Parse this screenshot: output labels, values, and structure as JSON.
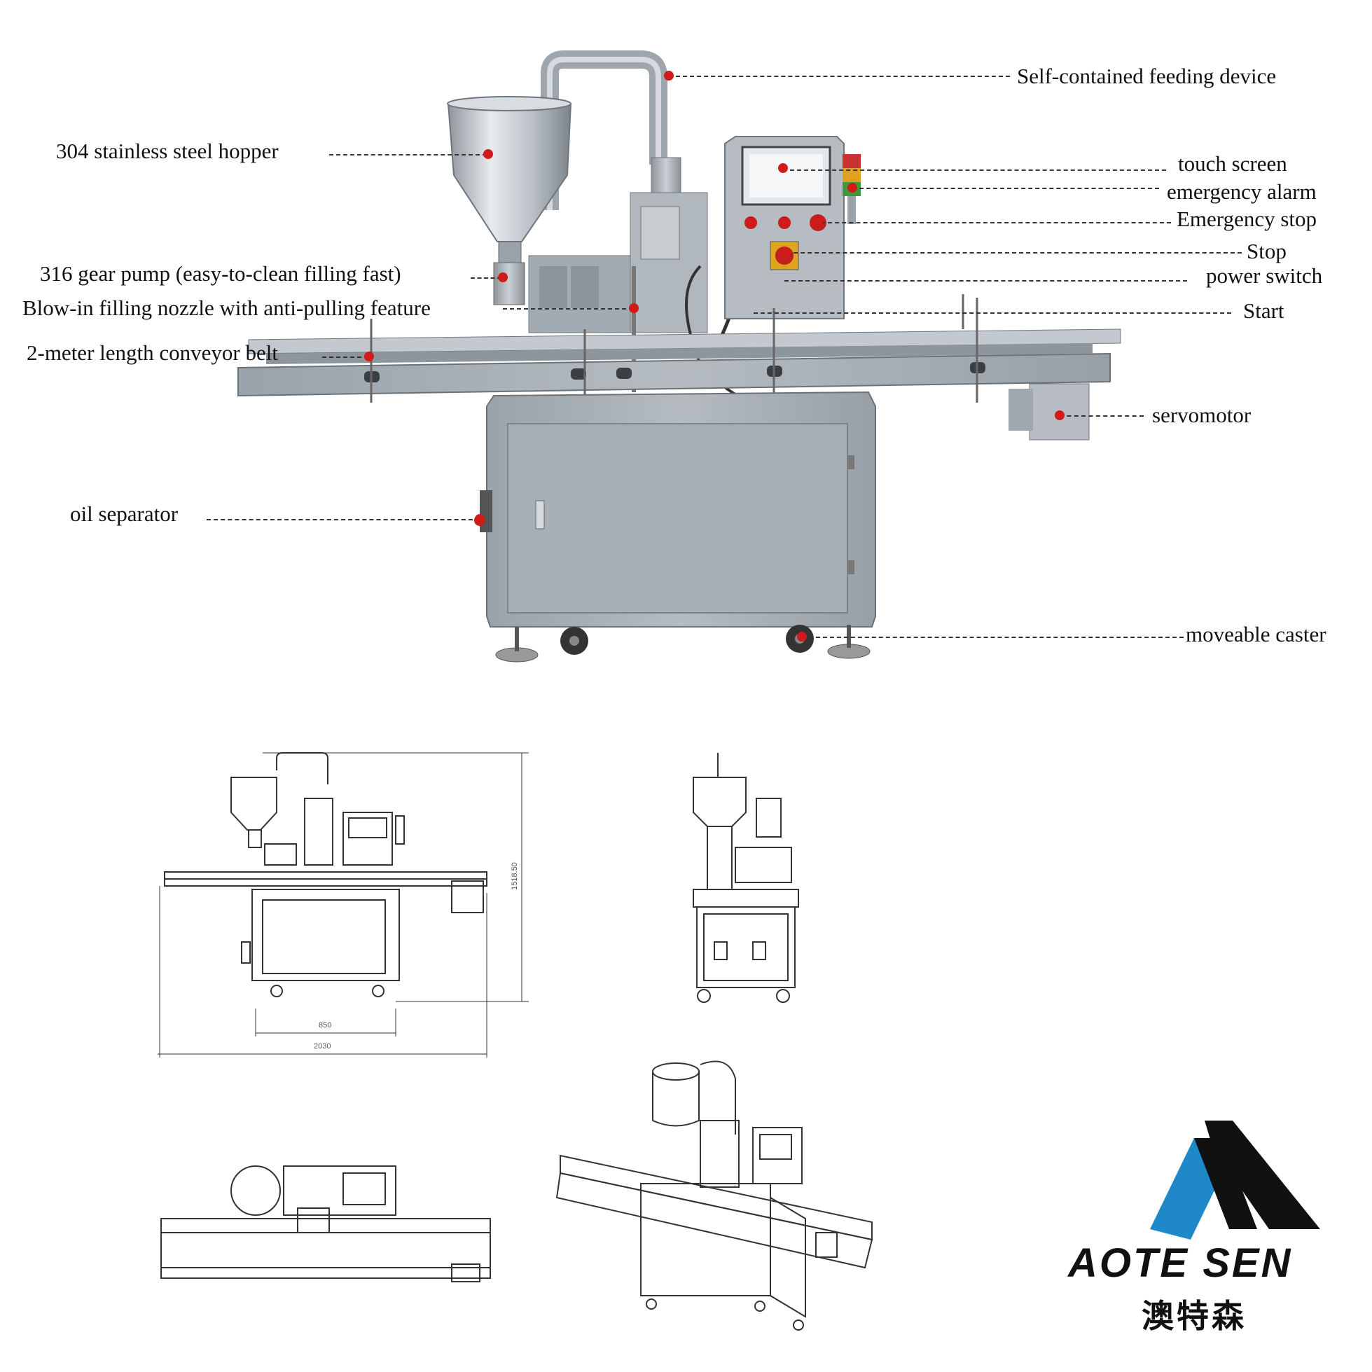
{
  "callouts": {
    "feeding_device": "Self-contained feeding device",
    "hopper": "304 stainless steel hopper",
    "touch_screen": "touch screen",
    "emergency_alarm": "emergency alarm",
    "emergency_stop": "Emergency stop",
    "stop": "Stop",
    "power_switch": "power switch",
    "gear_pump": "316 gear pump (easy-to-clean filling fast)",
    "filling_nozzle": "Blow-in filling nozzle with anti-pulling feature",
    "start": "Start",
    "conveyor_belt": "2-meter length conveyor belt",
    "servomotor": "servomotor",
    "oil_separator": "oil separator",
    "moveable_caster": "moveable caster"
  },
  "dimensions": {
    "height": "1518.50",
    "cabinet_width": "850",
    "total_length": "2030"
  },
  "brand": {
    "name_latin": "AOTE SEN",
    "name_chinese": "澳特森"
  },
  "colors": {
    "marker": "#d11a1a",
    "machine_steel": "#a9b1b8",
    "logo_blue": "#1f88c9",
    "logo_black": "#111111"
  }
}
